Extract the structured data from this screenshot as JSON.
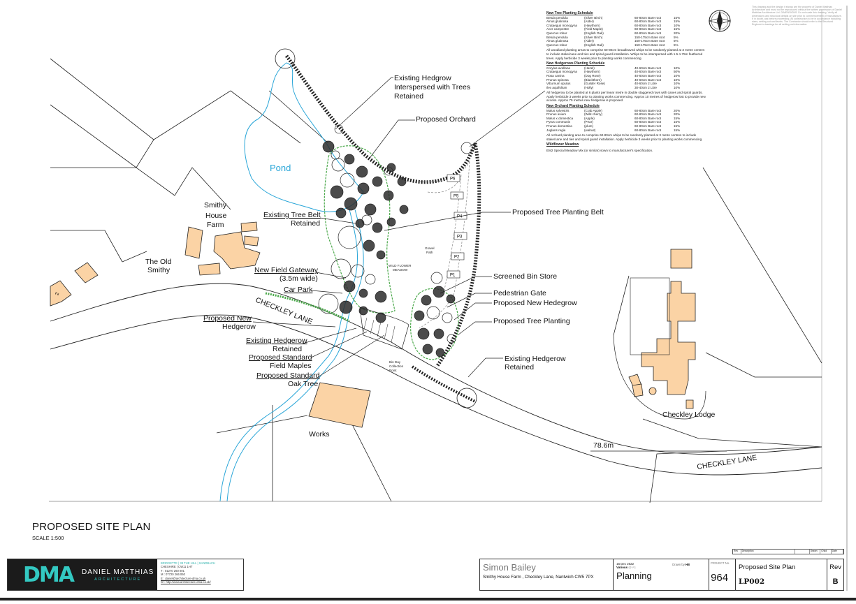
{
  "drawing": {
    "title": "PROPOSED SITE PLAN",
    "scale": "SCALE 1:500",
    "level_label": "78.6m"
  },
  "roads": {
    "checkley_lane_left": "CHECKLEY LANE",
    "checkley_lane_right": "CHECKLEY LANE"
  },
  "places": {
    "pond": "Pond",
    "smithy_house_farm": [
      "Smithy",
      "House",
      "Farm"
    ],
    "the_old_smithy": [
      "The Old",
      "Smithy"
    ],
    "works": "Works",
    "checkley_lode": "Checkley Lodge",
    "wild_flower_meadow": [
      "WILD FLOWER",
      "MEADOW"
    ],
    "gravel_path": [
      "Gravel",
      "Path"
    ],
    "bin_collection_point": [
      "Bin Day",
      "Collection",
      "Point"
    ]
  },
  "parking": [
    "P1",
    "P2",
    "P3",
    "P4",
    "P5",
    "P6"
  ],
  "annotations": {
    "existing_hedgerow_trees": [
      "Existing Hedgrow",
      "Interspersed with Trees",
      "Retained"
    ],
    "proposed_orchard": "Proposed Orchard",
    "existing_tree_belt": [
      "Existing Tree Belt",
      "Retained"
    ],
    "new_field_gateway": [
      "New Field Gateway",
      "(3.5m wide)"
    ],
    "car_park": "Car Park",
    "proposed_new_hedgerow_left": [
      "Proposed New",
      "Hedgerow"
    ],
    "existing_hedgerow_retained_left": [
      "Existing Hedgerow",
      "Retained"
    ],
    "proposed_standard_maples": [
      "Proposed Standard",
      "Field Maples"
    ],
    "proposed_standard_oak": [
      "Proposed Standard",
      "Oak Tree"
    ],
    "proposed_tree_planting_belt": "Proposed Tree Planting Belt",
    "screened_bin_store": "Screened Bin Store",
    "pedestrian_gate": "Pedestrian Gate",
    "proposed_new_hedegrow": "Proposed New Hedegrow",
    "proposed_tree_planting": "Proposed Tree Planting",
    "existing_hedgerow_retained_right": [
      "Existing Hedgerow",
      "Retained"
    ]
  },
  "schedules": {
    "tree": {
      "heading": "New Tree Planting Schedule",
      "rows": [
        [
          "Betula pendula",
          "(Silver Birch)",
          "60-80cm Bare root",
          "15%"
        ],
        [
          "Alnus glutinosa",
          "(Alder)",
          "60-80cm Bare root",
          "15%"
        ],
        [
          "Crataegus monogyna",
          "(Hawthorn)",
          "60-80cm Bare root",
          "10%"
        ],
        [
          "Acer campestre",
          "(Field Maple)",
          "60-80cm Bare root",
          "15%"
        ],
        [
          "Quercus robur",
          "(English Oak)",
          "60-80cm Bare root",
          "20%"
        ],
        [
          "Betula pendula",
          "(Silver Birch)",
          "150-175cm Bare root",
          "5%"
        ],
        [
          "Alnus glutinosa",
          "(Alder)",
          "150-175cm Bare root",
          "5%"
        ],
        [
          "Quercus robur",
          "(English Oak)",
          "150-175cm Bare root",
          "5%"
        ]
      ],
      "note": "All woodland planting areas to comprise 60-80cm broadleaved whips to be randomly planted at 3 metre centres to include stake/cane and ties and spiral guard installation. Whips to be interspersed with 1.5-1.75m feathered trees. Apply herbicide 3 weeks prior to planting works commencing."
    },
    "hedgerow": {
      "heading": "New Hedgerows Planting Schedule",
      "rows": [
        [
          "Corylus avellana",
          "(Hazel)",
          "40-60cm Bare root",
          "10%"
        ],
        [
          "Crataegus monogyna",
          "(Hawthorn)",
          "40-60cm Bare root",
          "50%"
        ],
        [
          "Rosa canina",
          "(Dog Rose)",
          "40-60cm Bare root",
          "10%"
        ],
        [
          "Prunus spinosa",
          "(Blackthorn)",
          "40-60cm Bare root",
          "10%"
        ],
        [
          "Viburnum opulus",
          "(Guilder Rose)",
          "40-60cm 2 Litre",
          "10%"
        ],
        [
          "Ilex aquifolium",
          "(Holly)",
          "30-40cm 2 Litre",
          "10%"
        ]
      ],
      "note": "All hedgerow to be planted at 6 plants per linear metre in double staggered rows with canes and spiral guards. Apply herbicide 3 weeks prior to planting works commencing. Approx 10 metres of hedgerow lost to provide new access. Approx 75 metres new hedgerow is proposed."
    },
    "orchard": {
      "heading": "New Orchard Planting Schedule",
      "rows": [
        [
          "Malus sylvestris",
          "(Crab Apple)",
          "60-80cm Bare root",
          "20%"
        ],
        [
          "Prunus avium",
          "(Wild cherry)",
          "60-80cm Bare root",
          "20%"
        ],
        [
          "Malus x domestica",
          "(Apple)",
          "60-80cm Bare root",
          "15%"
        ],
        [
          "Pyrus communis",
          "(Pear)",
          "60-80cm Bare root",
          "15%"
        ],
        [
          "Prunus domestica",
          "(plum)",
          "60-80cm Bare root",
          "15%"
        ],
        [
          "Juglans regia",
          "(walnut)",
          "60-80cm Bare root",
          "15%"
        ]
      ],
      "note": "All orchard planting area to comprise 60-80cm whips to be randomly planted at 3 metre centres to include stake/cane and ties and spiral guard installation. Apply herbicide 3 weeks prior to planting works commencing."
    },
    "meadow": {
      "heading": "Wildflower Meadow",
      "note": "EM2 Special Meadow Mix (or similar) sown to manufacturer's specification."
    }
  },
  "disclaimer": "This drawing and the design it shows are the property of Daniel Matthias Architecture and must not be reproduced without the written permission of Daniel Matthias Architecture Ltd. DIMENSIONS: Do not scale this drawing. Verify all dimensions and structural details on site prior to commencement of manufacture. If in doubt, ask before proceeding. All construction to be in accordance including sizes, setting out and levels. The Contractor should refer to the Structural Engineer's drawings for all setting out information.",
  "revision_strip": [
    "Rev",
    "Description",
    "",
    "Drawn",
    "Chkd",
    "Date"
  ],
  "company": {
    "mark": "DMA",
    "name": "DANIEL MATTHIAS",
    "sub": "ARCHITECTURE",
    "address_1": "BRIDGETTE | 38 THE HILL | SANDBACH",
    "address_2": "CHESHIRE | CW11 1HT",
    "t": "T :  01270 260 001",
    "m": "M :  07720 266 060",
    "e": "E :  daniel@architecture-dma.co.uk",
    "w": "W :  http://www.architecture-dma.co.uk/"
  },
  "title_block": {
    "client": "Simon Bailey",
    "address": "Smithy House Farm , Checkley Lane, Nantwich CW5 7PX",
    "date": "15 Dec 2022",
    "scale_label": "Various",
    "scale_paper": "@ A1",
    "drawn_by_label": "Drawn by",
    "drawn_by": "HB",
    "stage": "Planning",
    "project_no_label": "PROJECT No.",
    "project_no": "964",
    "drawing_title": "Proposed Site Plan",
    "drawing_no": "LP002",
    "rev_label": "Rev",
    "rev": "B"
  },
  "colors": {
    "building": "#fbd3a5",
    "pond": "#2aa6d8",
    "hedge_green": "#4aa84a",
    "brand": "#33c9c2"
  }
}
